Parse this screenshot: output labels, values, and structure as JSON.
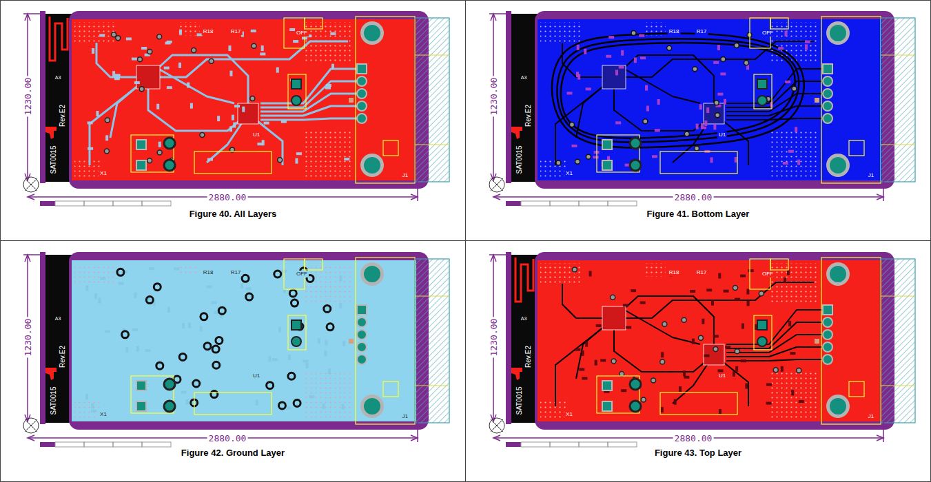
{
  "diagram": {
    "nodes": [
      {
        "text": [
          "Figure 40. All Layers"
        ]
      },
      {
        "text": [
          "Figure 41. Bottom Layer"
        ]
      },
      {
        "text": [
          "Figure 42. Ground Layer"
        ]
      },
      {
        "text": [
          "Figure 43. Top Layer"
        ]
      }
    ],
    "labels": [
      "1230.00",
      "2880.00",
      "Rev.E2",
      "SAT0015",
      "A3",
      "OFF",
      "R18",
      "R17",
      "U1",
      "X1",
      "J1",
      "1230.00",
      "2880.00",
      "Rev.E2",
      "SAT0015",
      "A3",
      "OFF",
      "R18",
      "R17",
      "U1",
      "X1",
      "J1",
      "1230.00",
      "2880.00",
      "Rev.E2",
      "SAT0015",
      "A3",
      "OFF",
      "R18",
      "R17",
      "U1",
      "X1",
      "J1",
      "1230.00",
      "2880.00",
      "Rev.E2",
      "SAT0015",
      "A3",
      "OFF",
      "R18",
      "R17",
      "U1",
      "X1",
      "J1"
    ]
  }
}
